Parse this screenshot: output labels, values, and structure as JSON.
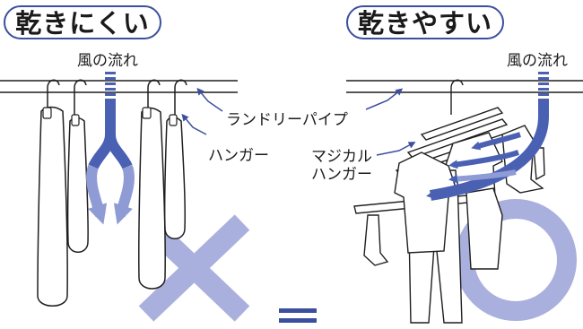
{
  "titles": {
    "bad": "乾きにくい",
    "good": "乾きやすい"
  },
  "labels": {
    "airflow_left": "風の流れ",
    "airflow_right": "風の流れ",
    "laundry_pipe": "ランドリーパイプ",
    "hanger": "ハンガー",
    "magical_line1": "マジカル",
    "magical_line2": "ハンガー"
  },
  "colors": {
    "accent_blue": "#3c4f9f",
    "arrow_blue": "#4a60b3",
    "mark_lavender": "#a9b0dd",
    "line_ink": "#1f1f1f"
  },
  "marks": {
    "bad_mark": "cross",
    "good_mark": "circle",
    "bottom_symbol": "equals"
  }
}
